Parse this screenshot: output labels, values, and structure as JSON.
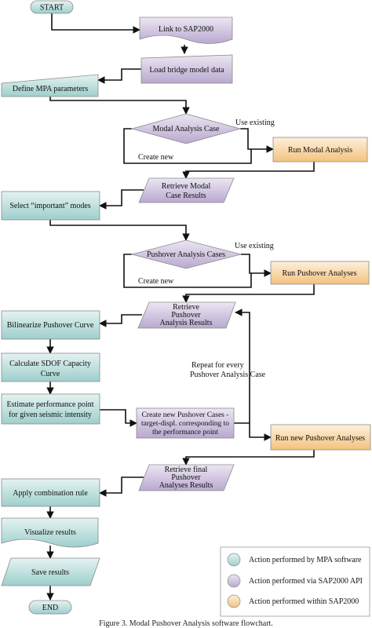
{
  "nodes": {
    "start": "START",
    "link": "Link to SAP2000",
    "load": "Load bridge model data",
    "define": "Define MPA parameters",
    "modal_case": "Modal Analysis Case",
    "run_modal": "Run Modal Analysis",
    "retrieve_modal_1": "Retrieve Modal",
    "retrieve_modal_2": "Case Results",
    "select_modes": "Select “important” modes",
    "pushover_cases": "Pushover Analysis Cases",
    "run_pushover": "Run Pushover Analyses",
    "retrieve_pushover_1": "Retrieve",
    "retrieve_pushover_2": "Pushover",
    "retrieve_pushover_3": "Analysis Results",
    "bilinearize": "Bilinearize Pushover Curve",
    "sdof_1": "Calculate SDOF Capacity",
    "sdof_2": "Curve",
    "perf_1": "Estimate performance point",
    "perf_2": "for given seismic intensity",
    "create_new_1": "Create new Pushover Cases -",
    "create_new_2": "target-displ. corresponding to",
    "create_new_3": "the performance point",
    "run_new": "Run new Pushover Analyses",
    "retrieve_final_1": "Retrieve final",
    "retrieve_final_2": "Pushover",
    "retrieve_final_3": "Analyses Results",
    "combination": "Apply combination rule",
    "visualize": "Visualize results",
    "save": "Save results",
    "end": "END"
  },
  "edge_labels": {
    "use_existing_1": "Use existing",
    "create_new_1": "Create new",
    "use_existing_2": "Use existing",
    "create_new_2": "Create new",
    "repeat_1": "Repeat for every",
    "repeat_2": "Pushover Analysis Case"
  },
  "legend": {
    "mpa": "Action performed by MPA software",
    "api": "Action performed via SAP2000 API",
    "within": "Action performed within SAP2000"
  },
  "caption": "Figure 3. Modal Pushover Analysis software flowchart.",
  "colors": {
    "mpa": "#b9dcdb",
    "api": "#cdc2dc",
    "within": "#f8d8a8",
    "start_end": "#b6dbd8",
    "edge": "#111111"
  }
}
